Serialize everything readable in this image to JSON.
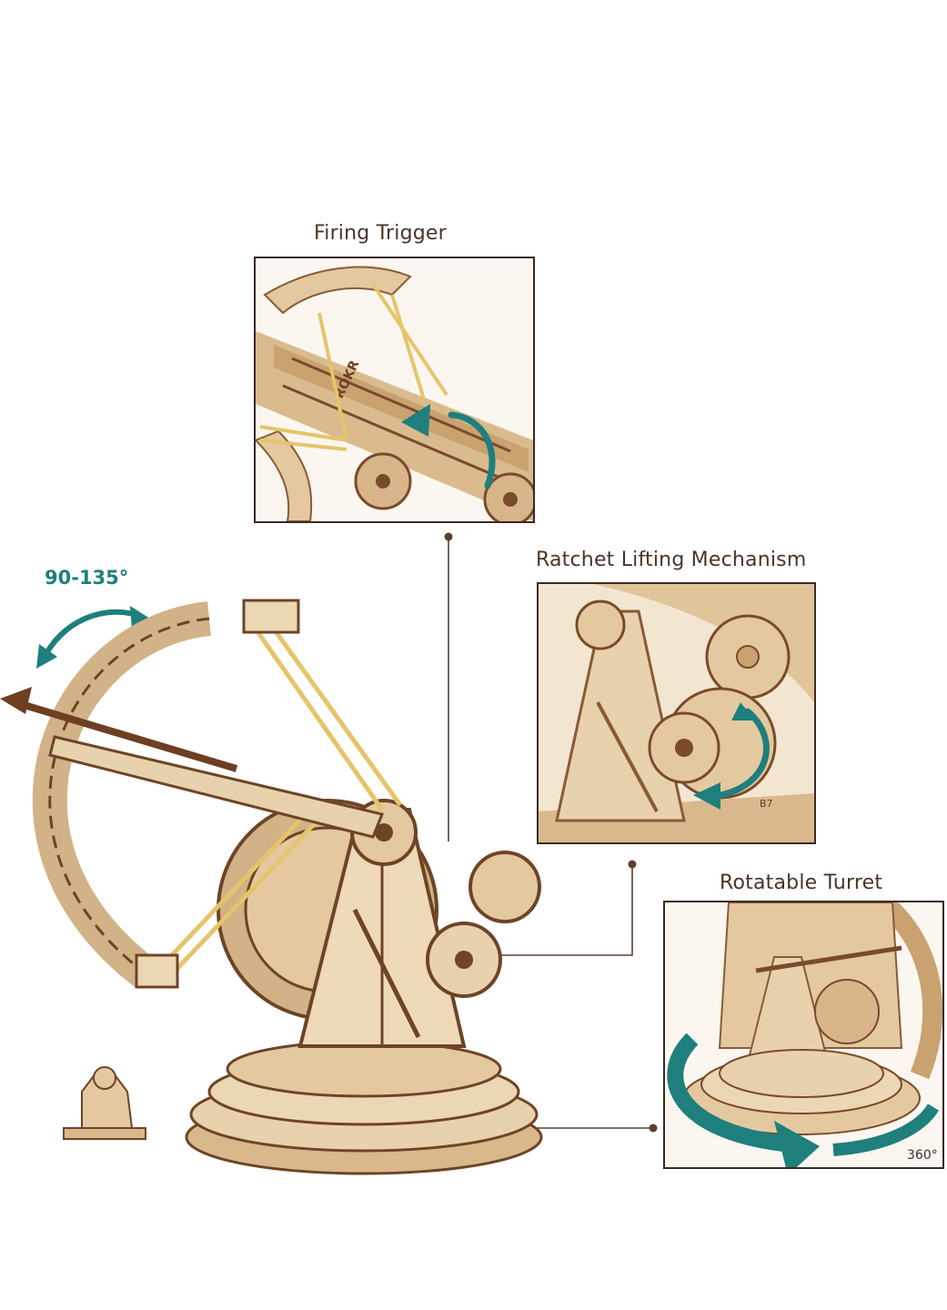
{
  "callouts": {
    "firing_trigger": "Firing Trigger",
    "ratchet": "Ratchet Lifting Mechanism",
    "turret": "Rotatable Turret"
  },
  "angles": {
    "lift_range": "90-135°",
    "rotation": "360°"
  },
  "engraving": "ROKR",
  "parts": {
    "ratchet_part_label": "B7"
  },
  "colors": {
    "wood_light": "#e9d3b0",
    "wood_mid": "#d2b287",
    "wood_dark": "#7a4a2c",
    "accent_teal": "#1f7f7d",
    "frame": "#3b2a22",
    "rubber_band": "#e6c46a"
  },
  "icons": [
    "curved-arrow-icon",
    "rotation-arrow-icon"
  ]
}
